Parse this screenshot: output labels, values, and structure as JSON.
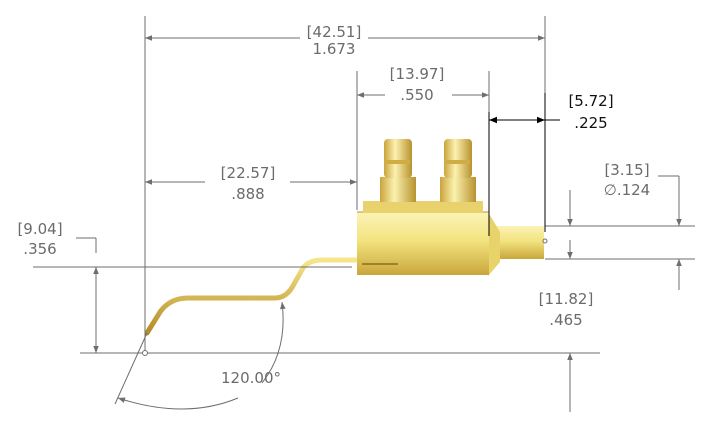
{
  "dimensions": {
    "overall_length": {
      "mm": "[42.51]",
      "in": "1.673"
    },
    "port_spacing": {
      "mm": "[13.97]",
      "in": ".550"
    },
    "outlet_length": {
      "mm": "[5.72]",
      "in": ".225"
    },
    "lead_offset": {
      "mm": "[22.57]",
      "in": ".888"
    },
    "outlet_diameter": {
      "mm": "[3.15]",
      "in": "∅.124"
    },
    "lead_drop": {
      "mm": "[9.04]",
      "in": ".356"
    },
    "body_height": {
      "mm": "[11.82]",
      "in": ".465"
    },
    "bend_angle": "120.00°"
  },
  "colors": {
    "body_gold": "#F2E07A",
    "body_shadow": "#C9A93A",
    "dimension_gray": "#6B6B6B",
    "highlight_black": "#000000"
  }
}
